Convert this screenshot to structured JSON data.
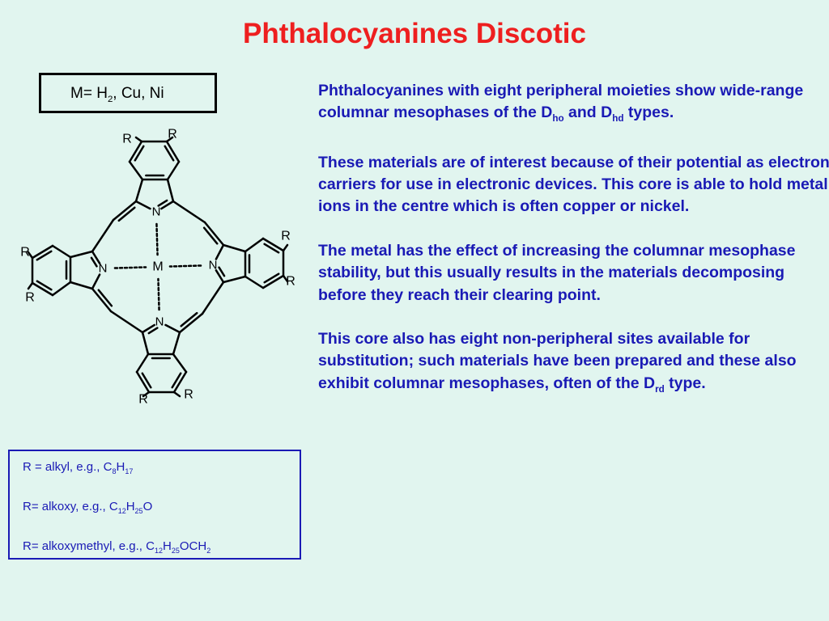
{
  "title": "Phthalocyanines Discotic",
  "metal_box": {
    "prefix": "M= H",
    "sub": "2",
    "suffix": ", Cu, Ni"
  },
  "paragraphs": {
    "p1": {
      "a": "Phthalocyanines with eight peripheral moieties show wide-range columnar mesophases of the D",
      "sub1": "ho",
      "b": " and D",
      "sub2": "hd",
      "c": " types."
    },
    "p2": "These materials are of interest because of their potential as electron carriers for use in electronic devices. This core is able to hold metal ions in the centre which is often copper or nickel.",
    "p3": "The metal has the effect of increasing the columnar mesophase stability, but this usually results in the materials decomposing before they reach their clearing point.",
    "p4": {
      "a": "This core also has eight non-peripheral sites available for substitution; such materials have been prepared and these also exhibit columnar mesophases, often of the D",
      "sub": "rd",
      "b": " type."
    }
  },
  "r_box": {
    "alkyl": {
      "a": "R = alkyl, e.g., C",
      "s1": "8",
      "b": "H",
      "s2": "17"
    },
    "alkoxy": {
      "a": "R= alkoxy, e.g., C",
      "s1": "12",
      "b": "H",
      "s2": "25",
      "c": "O"
    },
    "alkoxymethyl": {
      "a": "R= alkoxymethyl, e.g., C",
      "s1": "12",
      "b": "H",
      "s2": "25",
      "c": "OCH",
      "s3": "2"
    }
  },
  "molecule": {
    "substituent": "R",
    "nitrogen": "N",
    "metal": "M"
  },
  "colors": {
    "title": "#ee1f1f",
    "text": "#1a1ab5",
    "background": "#e1f5ef"
  }
}
